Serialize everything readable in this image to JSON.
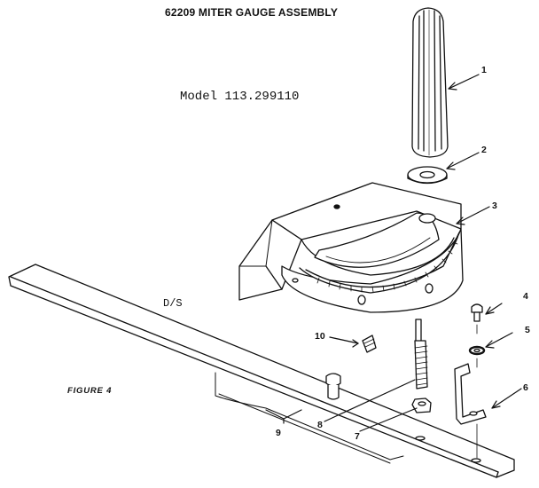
{
  "diagram": {
    "title": "62209 MITER GAUGE ASSEMBLY",
    "model": "Model 113.299110",
    "figure_label": "FIGURE 4",
    "side_mark": "D/S",
    "callouts": [
      "1",
      "2",
      "3",
      "4",
      "5",
      "6",
      "7",
      "8",
      "9",
      "10"
    ],
    "ink_color": "#111111"
  }
}
